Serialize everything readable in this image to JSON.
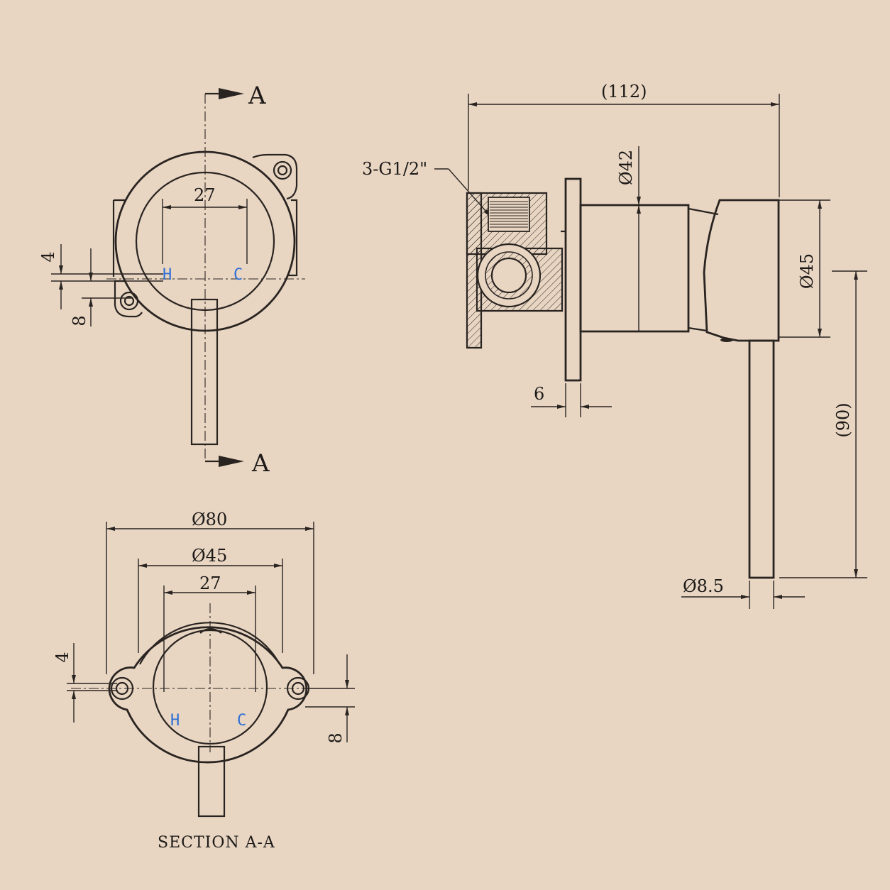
{
  "section_markers": {
    "top": "A",
    "bottom": "A"
  },
  "front_view": {
    "dim_spacing": "27",
    "dim_offset_small": "4",
    "dim_offset_large": "8",
    "hot_label": "H",
    "cold_label": "C"
  },
  "section_view": {
    "dim_plate_dia": "Ø80",
    "dim_body_dia": "Ø45",
    "dim_spacing": "27",
    "dim_offset_small": "4",
    "dim_offset_large": "8",
    "hot_label": "H",
    "cold_label": "C",
    "caption": "SECTION A-A"
  },
  "side_view": {
    "dim_total_length": "(112)",
    "thread_callout": "3-G1/2\"",
    "dim_cover_dia": "Ø42",
    "dim_handle_dia": "Ø45",
    "dim_plate_thickness": "6",
    "dim_lever_length": "(90)",
    "dim_lever_dia": "Ø8.5"
  }
}
